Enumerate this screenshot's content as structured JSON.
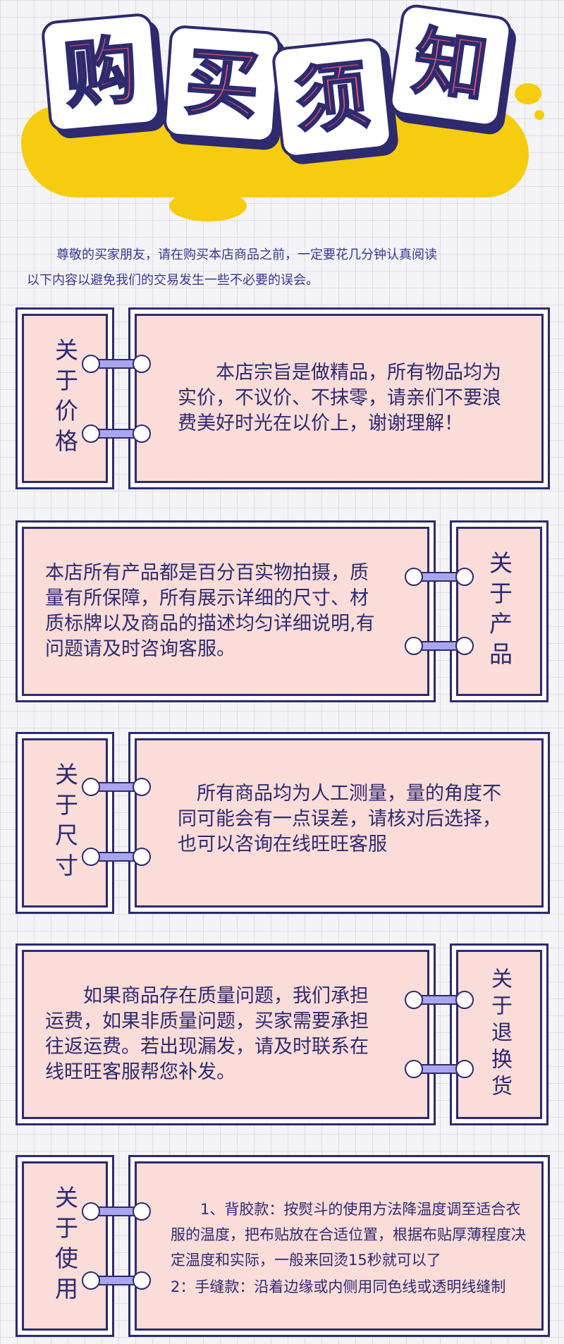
{
  "header": {
    "title_chars": [
      "购",
      "买",
      "须",
      "知"
    ]
  },
  "intro": {
    "line1": "尊敬的买家朋友，请在购买本店商品之前，一定要花几分钟认真阅读",
    "line2": "以下内容以避免我们的交易发生一些不必要的误会。"
  },
  "sections": [
    {
      "label": "关于价格",
      "text": "　　本店宗旨是做精品，所有物品均为实价，不议价、不抹零，请亲们不要浪费美好时光在以价上，谢谢理解！"
    },
    {
      "label": "关于产品",
      "text": "本店所有产品都是百分百实物拍摄，质量有所保障，所有展示详细的尺寸、材质标牌以及商品的描述均匀详细说明,有问题请及时咨询客服。"
    },
    {
      "label": "关于尺寸",
      "text": "　所有商品均为人工测量，量的角度不同可能会有一点误差，请核对后选择，也可以咨询在线旺旺客服"
    },
    {
      "label": "关于退换货",
      "text": "　　如果商品存在质量问题，我们承担运费，如果非质量问题，买家需要承担往返运费。若出现漏发，请及时联系在线旺旺客服帮您补发。"
    },
    {
      "label": "关于使用",
      "text": "　　1、背胶款：按熨斗的使用方法降温度调至适合衣服的温度，把布贴放在合适位置，根据布贴厚薄程度决定温度和实际，一般来回烫15秒就可以了",
      "text2": "2：手缝款：沿着边缘或内侧用同色线或透明线缝制"
    }
  ],
  "colors": {
    "navy": "#2e2a6e",
    "pink": "#fadcd9",
    "title_red": "#ef5a6e",
    "yellow": "#f5cc0e",
    "ring_purple": "#a9a6ee"
  }
}
